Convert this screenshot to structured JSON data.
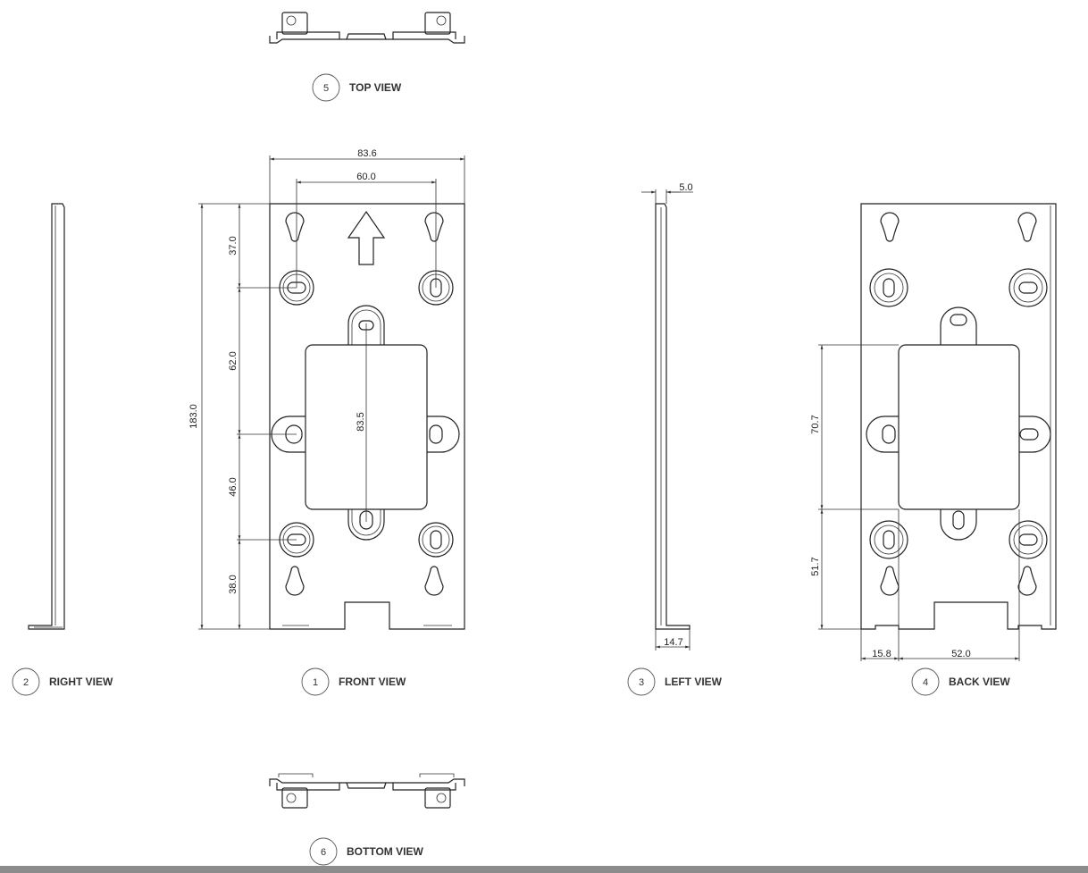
{
  "views": [
    {
      "number": "1",
      "label": "FRONT VIEW"
    },
    {
      "number": "2",
      "label": "RIGHT VIEW"
    },
    {
      "number": "3",
      "label": "LEFT VIEW"
    },
    {
      "number": "4",
      "label": "BACK VIEW"
    },
    {
      "number": "5",
      "label": "TOP VIEW"
    },
    {
      "number": "6",
      "label": "BOTTOM VIEW"
    }
  ],
  "dimensions": {
    "front_total_width": "83.6",
    "front_hole_spacing": "60.0",
    "front_total_height": "183.0",
    "front_seg_top": "37.0",
    "front_seg_upper_mid": "62.0",
    "front_seg_lower_mid": "46.0",
    "front_seg_bottom": "38.0",
    "front_center_slots": "83.5",
    "left_thickness_top": "5.0",
    "left_flange_depth": "14.7",
    "back_plate_height": "70.7",
    "back_bottom_offset": "51.7",
    "back_left_offset": "15.8",
    "back_plate_width": "52.0"
  }
}
